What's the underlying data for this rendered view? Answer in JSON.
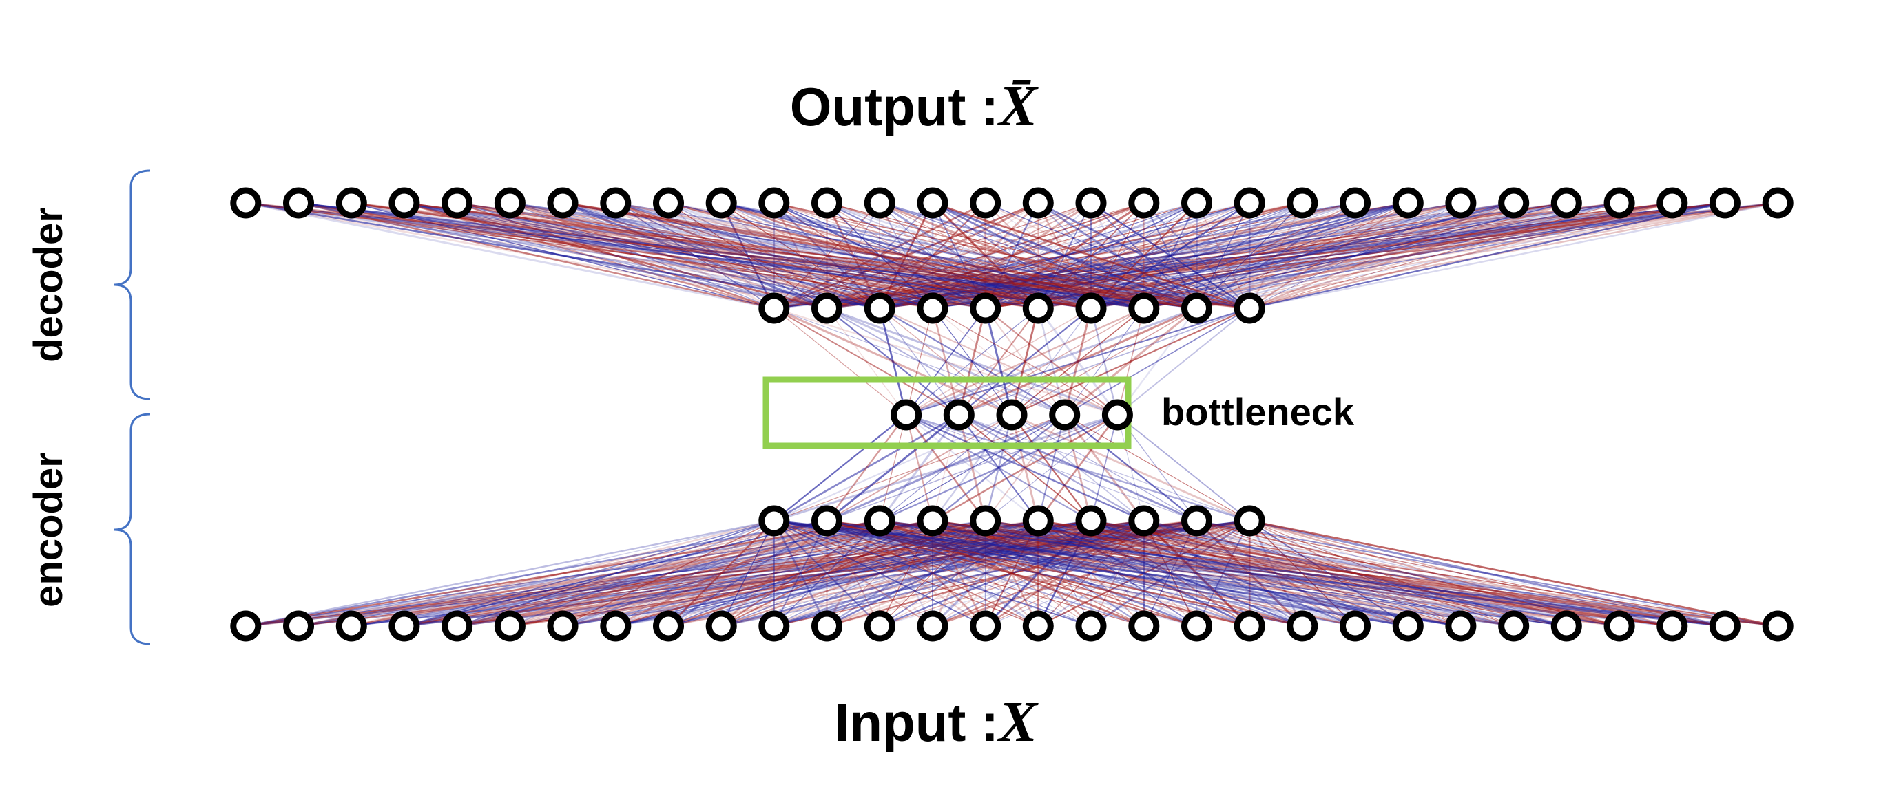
{
  "title_top_prefix": "Output : ",
  "title_top_symbol": "X̄",
  "title_bottom_prefix": "Input : ",
  "title_bottom_symbol": "X",
  "decoder_label": "decoder",
  "encoder_label": "encoder",
  "bottleneck_label": "bottleneck",
  "colors": {
    "positive_weight": "#a01818",
    "negative_weight": "#1c1c9c",
    "bottleneck_box": "#92cf4f",
    "brace": "#4472c4",
    "node_stroke": "#000000"
  },
  "network": {
    "layer_sizes": [
      30,
      10,
      5,
      10,
      30
    ],
    "layer_names": [
      "input",
      "encoder-hidden",
      "bottleneck",
      "decoder-hidden",
      "output"
    ]
  }
}
